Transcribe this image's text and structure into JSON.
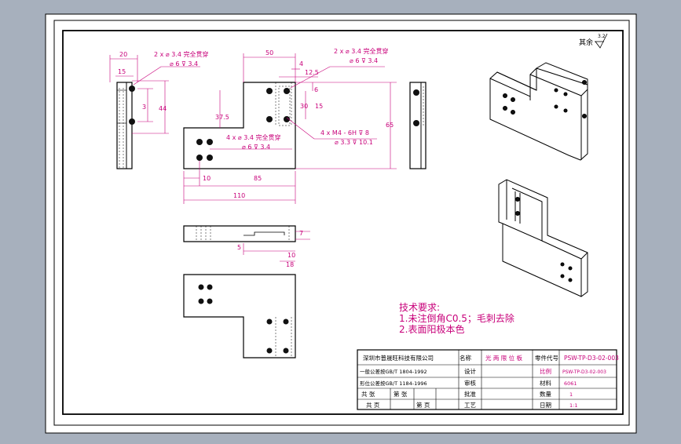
{
  "colors": {
    "background": "#a7b0bd",
    "sheet": "#ffffff",
    "line": "#000000",
    "dimension": "#c8007a",
    "hole_fill": "#111111"
  },
  "roughness": {
    "label": "其余",
    "value": "3.2"
  },
  "front_view": {
    "hole_note_top_left": {
      "line1": "2 x  ⌀ 3.4 完全贯穿",
      "line2": "⌀ 6 ⊽ 3.4"
    },
    "hole_note_top_right": {
      "line1": "2 x  ⌀ 3.4 完全贯穿",
      "line2": "⌀ 6 ⊽ 3.4"
    },
    "hole_note_bottom": {
      "line1": "4 x  ⌀ 3.4 完全贯穿",
      "line2": "⌀ 6 ⊽ 3.4"
    },
    "tap_note": {
      "line1": "4 x  M4 - 6H  ⊽ 8",
      "line2": "⌀ 3.3  ⊽ 10.1"
    },
    "dims": {
      "d50": "50",
      "d4": "4",
      "d12_5": "12.5",
      "d6": "6",
      "d30": "30",
      "d15v": "15",
      "d37_5": "37.5",
      "d65": "65",
      "d10": "10",
      "d85": "85",
      "d110": "110"
    }
  },
  "side_view": {
    "dims": {
      "d20": "20",
      "d15": "15",
      "d3": "3",
      "d44": "44"
    }
  },
  "top_view": {
    "dims": {
      "d5": "5",
      "d7": "7",
      "d10": "10",
      "d18": "18"
    }
  },
  "notes": {
    "title": "技术要求:",
    "line1": "1.未注倒角C0.5；毛刺去除",
    "line2": "2.表面阳极本色"
  },
  "title_block": {
    "company": "深圳市普晟旺科技有限公司",
    "name_label": "名称",
    "name_value": "光 两 限 位 板",
    "code_label": "零件代号",
    "code_value": "PSW-TP-D3-02-003",
    "std1": "一般公差按GB/T 1804-1992",
    "drawn": "设计",
    "std2": "形位公差按GB/T 1184-1996",
    "checked": "审核",
    "material_label": "材料",
    "material_value": "6061",
    "scale_label": "比例",
    "sheet_label": "第 张",
    "sheet_total": "共 张",
    "approved": "批准",
    "qty_label": "数量",
    "qty_value": "1",
    "process": "工艺",
    "date_label": "日期",
    "date_value": "1:1",
    "pages_total": "共   页",
    "page_no": "第   页"
  }
}
